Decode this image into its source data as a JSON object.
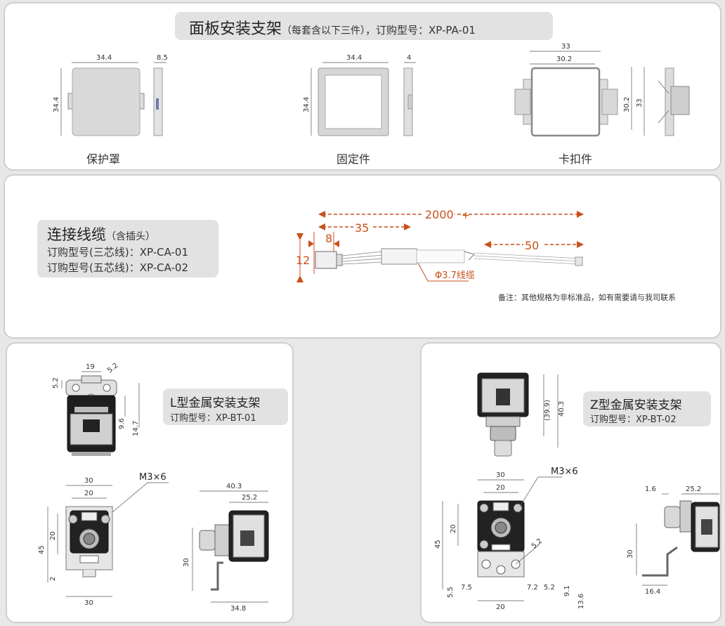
{
  "panel1": {
    "title_main": "面板安装支架",
    "title_sub": "（每套含以下三件）",
    "title_order": "，订购型号：XP-PA-01",
    "parts": [
      {
        "label": "保护罩",
        "dims": [
          "34.4",
          "34.4",
          "8.5"
        ]
      },
      {
        "label": "固定件",
        "dims": [
          "34.4",
          "34.4",
          "4"
        ]
      },
      {
        "label": "卡扣件",
        "dims": [
          "33",
          "30.2",
          "30.2",
          "33"
        ]
      }
    ]
  },
  "panel2": {
    "title_main": "连接线缆",
    "title_sub": "（含插头）",
    "order_lines": [
      "订购型号(三芯线)：XP-CA-01",
      "订购型号(五芯线)：XP-CA-02"
    ],
    "dims": {
      "total": "2000",
      "plus": "+",
      "seg1": "35",
      "plug": "8",
      "height": "12",
      "end": "50"
    },
    "cable_label": "Φ3.7线缆",
    "note": "备注：其他规格为非标准品，如有需要请与我司联系"
  },
  "panel3": {
    "title_main": "L型金属安装支架",
    "order": "订购型号：XP-BT-01",
    "screw": "M3×6",
    "dims_top": [
      "5.2",
      "19",
      "5.2",
      "9.6",
      "14.7"
    ],
    "dims_front": [
      "30",
      "20",
      "45",
      "20",
      "2",
      "30"
    ],
    "dims_side": [
      "40.3",
      "25.2",
      "30",
      "34.8"
    ]
  },
  "panel4": {
    "title_main": "Z型金属安装支架",
    "order": "订购型号：XP-BT-02",
    "screw": "M3×6",
    "dims_top": [
      "(39.9)",
      "40.3"
    ],
    "dims_front": [
      "30",
      "20",
      "20",
      "45",
      "5.2",
      "5.5",
      "7.5",
      "7.2",
      "5.2",
      "9.1",
      "13.6",
      "20"
    ],
    "dims_side": [
      "1.6",
      "25.2",
      "30",
      "16.4"
    ]
  },
  "colors": {
    "accent": "#c8511b",
    "pill": "#e2e2e2",
    "panel_border": "#cfcfcf"
  }
}
